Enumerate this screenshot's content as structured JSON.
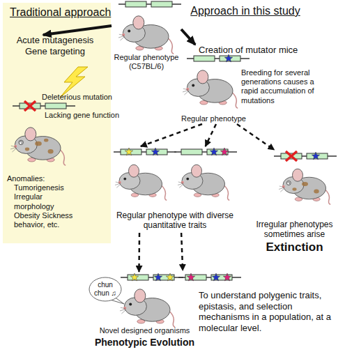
{
  "diagram": {
    "nodes": [
      {
        "text": [
          "Traditional approach"
        ]
      },
      {
        "text": [
          "Regular phenotype (C57BL/6)"
        ]
      },
      {
        "text": [
          "Acute mutagenesis Gene targeting",
          "Anomalies: Tumorigenesis Irregular morphology Obesity Sickness behavior, etc."
        ],
        "in": 0
      },
      {
        "text": [
          "Creation of mutator mice",
          "Regular phenotype"
        ]
      },
      {
        "text": [
          "Regular phenotype with diverse quantitative traits"
        ]
      },
      {
        "text": [
          "Irregular phenotypes sometimes arise",
          "Extinction"
        ]
      },
      {
        "text": [
          "Novel designed organisms",
          "Phenotypic Evolution"
        ]
      },
      {
        "text": [
          "chun chun ♫"
        ]
      },
      {
        "text": [
          "To understand polygenic traits, epistasis, and selection mechanisms in a population, at a molecular level."
        ]
      }
    ],
    "edges": [
      {
        "from": 1,
        "to": 2,
        "arrow": "to"
      },
      {
        "from": 1,
        "to": 3,
        "arrow": "to"
      },
      {
        "from": 3,
        "to": 4,
        "arrow": "to"
      },
      {
        "from": 3,
        "to": 4,
        "arrow": "to"
      },
      {
        "from": 3,
        "to": 5,
        "arrow": "to"
      },
      {
        "from": 4,
        "to": 6,
        "arrow": "to"
      },
      {
        "from": 4,
        "to": 8,
        "arrow": "to"
      }
    ],
    "labels": [
      "Approach in this study",
      "Deleterious mutation",
      "Lacking gene function",
      "Breeding for several generations causes a rapid accumulation of mutations"
    ]
  }
}
